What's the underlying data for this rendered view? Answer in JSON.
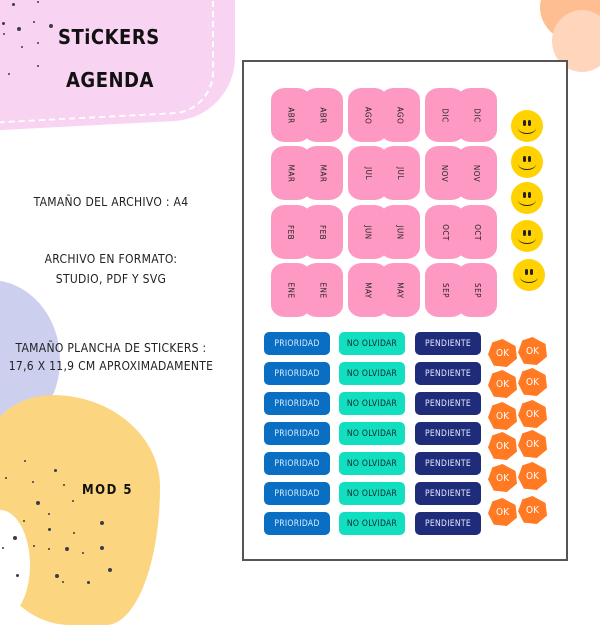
{
  "header": {
    "title_line1": "STiCKERS",
    "title_line2": "AGENDA"
  },
  "info": {
    "file_size": "TAMAÑO DEL ARCHIVO : A4",
    "format_line1": "ARCHIVO EN FORMATO:",
    "format_line2": "STUDIO, PDF Y SVG",
    "sheet_size_line1": "TAMAÑO PLANCHA DE STICKERS :",
    "sheet_size_line2": "17,6 X 11,9 CM APROXIMADAMENTE",
    "model": "MOD 5"
  },
  "colors": {
    "pink_blob": "#f9d3f2",
    "month_pink": "#fd99c3",
    "smiley_yellow": "#ffd200",
    "prioridad_blue": "#0a6fc2",
    "no_olvidar_teal": "#12dfc0",
    "pendiente_navy": "#1e2c7a",
    "ok_orange": "#ff7a22"
  },
  "sheet": {
    "months": [
      [
        "ABR",
        "AGO",
        "DIC"
      ],
      [
        "MAR",
        "JUL",
        "NOV"
      ],
      [
        "FEB",
        "JUN",
        "OCT"
      ],
      [
        "ENE",
        "MAY",
        "SEP"
      ]
    ],
    "smiley_icon": "smiley-face-icon",
    "smiley_count": 5,
    "labels": {
      "prioridad": "PRIORIDAD",
      "no_olvidar": "NO OLVIDAR",
      "pendiente": "PENDIENTE"
    },
    "label_rows": 7,
    "ok_text": "OK",
    "ok_count": 12
  }
}
